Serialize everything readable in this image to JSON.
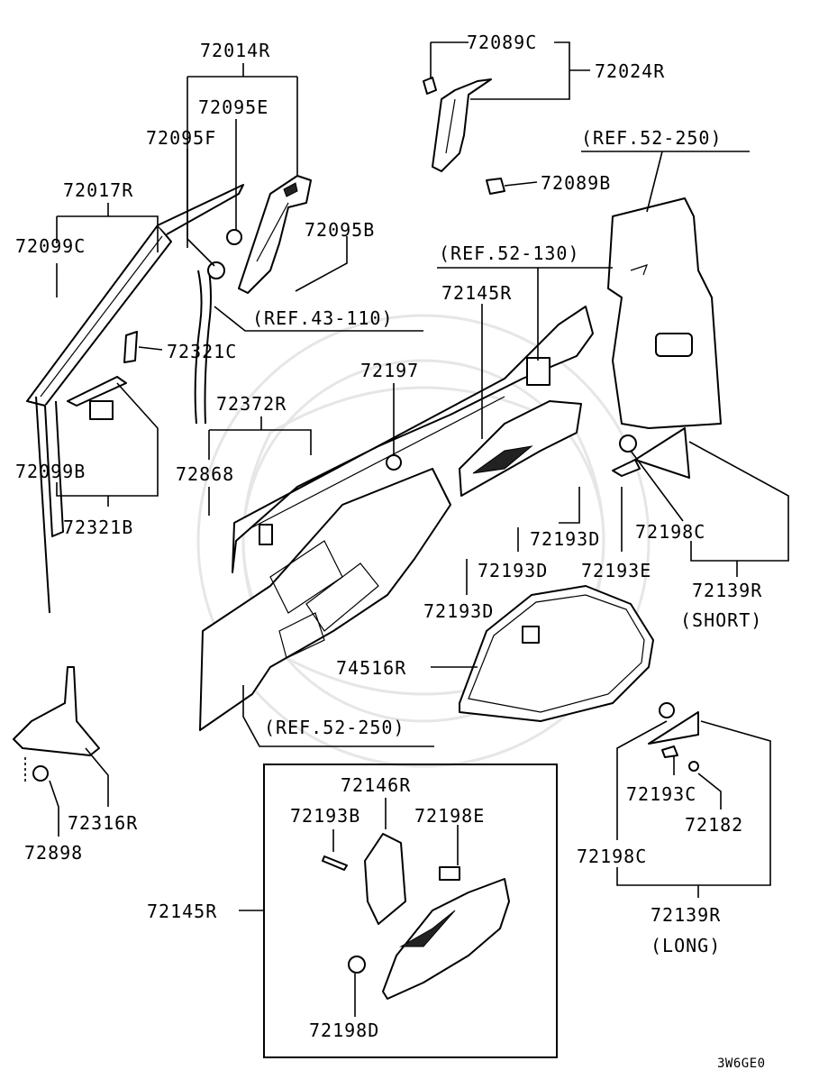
{
  "diagram": {
    "labels": {
      "p72014R": "72014R",
      "p72095E": "72095E",
      "p72095F": "72095F",
      "p72095B": "72095B",
      "p72017R": "72017R",
      "p72099C": "72099C",
      "p72099B": "72099B",
      "p72321C": "72321C",
      "p72321B": "72321B",
      "p72089C": "72089C",
      "p72024R": "72024R",
      "p72089B": "72089B",
      "ref52250a": "(REF.52-250)",
      "ref52130": "(REF.52-130)",
      "ref43110": "(REF.43-110)",
      "p72145R_top": "72145R",
      "p72197": "72197",
      "p72372R": "72372R",
      "p72868": "72868",
      "p72193D_a": "72193D",
      "p72193D_b": "72193D",
      "p72193D_c": "72193D",
      "p72193E": "72193E",
      "p72198C_a": "72198C",
      "p72139R_a": "72139R",
      "short": "(SHORT)",
      "p74516R": "74516R",
      "ref52250b": "(REF.52-250)",
      "p72316R": "72316R",
      "p72898": "72898",
      "p72146R": "72146R",
      "p72193B": "72193B",
      "p72198E": "72198E",
      "p72145R_box": "72145R",
      "p72198D": "72198D",
      "p72193C": "72193C",
      "p72182": "72182",
      "p72198C_b": "72198C",
      "p72139R_b": "72139R",
      "long": "(LONG)",
      "drawing_code": "3W6GE0"
    }
  }
}
